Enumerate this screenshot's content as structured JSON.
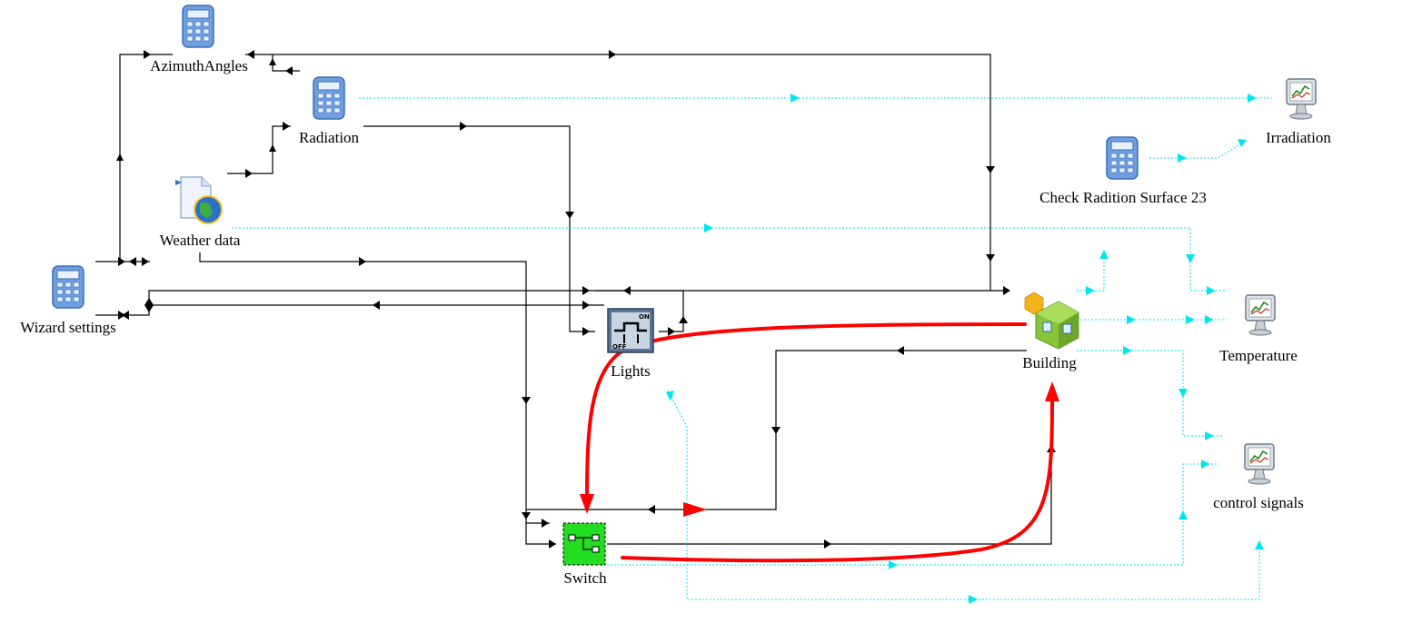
{
  "nodes": {
    "azimuth": {
      "label": "AzimuthAngles",
      "icon": "calculator-icon"
    },
    "radiation": {
      "label": "Radiation",
      "icon": "calculator-icon"
    },
    "weather": {
      "label": "Weather data",
      "icon": "weather-file-icon"
    },
    "wizard": {
      "label": "Wizard settings",
      "icon": "calculator-icon"
    },
    "lights": {
      "label": "Lights",
      "icon": "on-off-switch-icon"
    },
    "switch": {
      "label": "Switch",
      "icon": "switch-block-icon"
    },
    "building": {
      "label": "Building",
      "icon": "building-block-icon"
    },
    "check_radiation": {
      "label": "Check Radition Surface 23",
      "icon": "calculator-icon"
    },
    "irradiation": {
      "label": "Irradiation",
      "icon": "monitor-plot-icon"
    },
    "temperature": {
      "label": "Temperature",
      "icon": "monitor-plot-icon"
    },
    "control_signals": {
      "label": "control signals",
      "icon": "monitor-plot-icon"
    }
  },
  "colors": {
    "wire": "#000000",
    "signal": "#00e5ee",
    "highlight": "#ff0000",
    "calculator": "#5b8fd6",
    "switch_block": "#22dd22",
    "building": "#8cc43c"
  }
}
